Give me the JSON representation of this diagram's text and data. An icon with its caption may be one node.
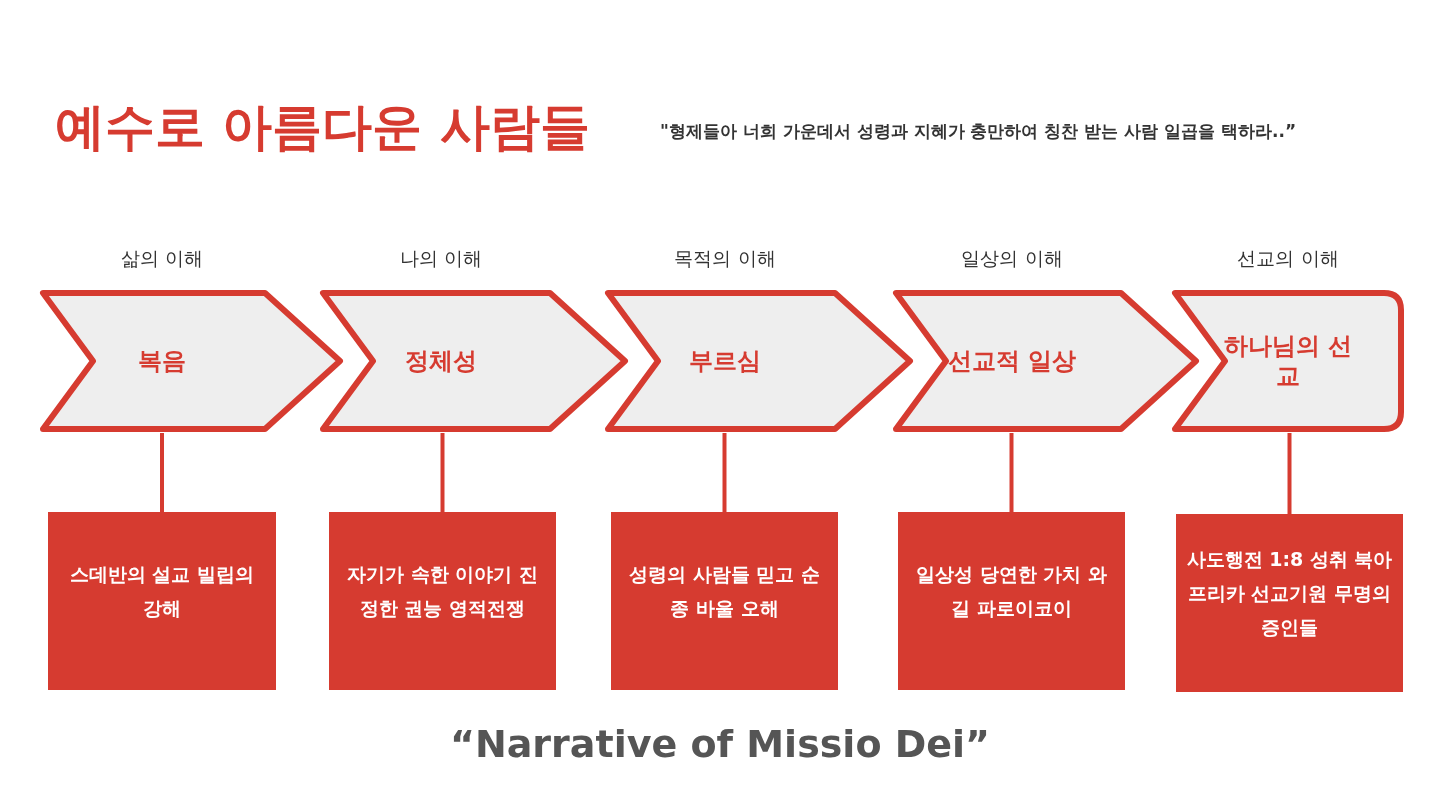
{
  "diagram": {
    "title": "예수로 아름다운 사람들",
    "caption": "“Narrative of Missio Dei”",
    "nodes": [
      {
        "text": [
          "삶의 이해",
          "복음"
        ]
      },
      {
        "text": [
          "나의 이해",
          "정체성"
        ]
      },
      {
        "text": [
          "목적의 이해",
          "부르심"
        ]
      },
      {
        "text": [
          "일상의 이해",
          "선교적 일상"
        ]
      },
      {
        "text": [
          "선교의 이해",
          "하나님의 선교"
        ]
      },
      {
        "text": [
          "스데반의 설교 빌립의 강해"
        ]
      },
      {
        "text": [
          "자기가 속한 이야기 진정한 권능 영적전쟁"
        ]
      },
      {
        "text": [
          "성령의 사람들 믿고 순종 바울 오해"
        ]
      },
      {
        "text": [
          "일상성 당연한 가치 와 길 파로이코이"
        ]
      },
      {
        "text": [
          "사도행전 1:8 성취 북아프리카 선교기원 무명의 증인들"
        ]
      }
    ],
    "edges": [
      {
        "from": 0,
        "to": 5,
        "arrow": "none"
      },
      {
        "from": 1,
        "to": 6,
        "arrow": "none"
      },
      {
        "from": 2,
        "to": 7,
        "arrow": "none"
      },
      {
        "from": 3,
        "to": 8,
        "arrow": "none"
      },
      {
        "from": 4,
        "to": 9,
        "arrow": "none"
      }
    ],
    "labels": [
      "\"형제들아 너희 가운데서 성령과 지혜가 충만하여 칭찬 받는 사람 일곱을 택하라..”"
    ]
  }
}
